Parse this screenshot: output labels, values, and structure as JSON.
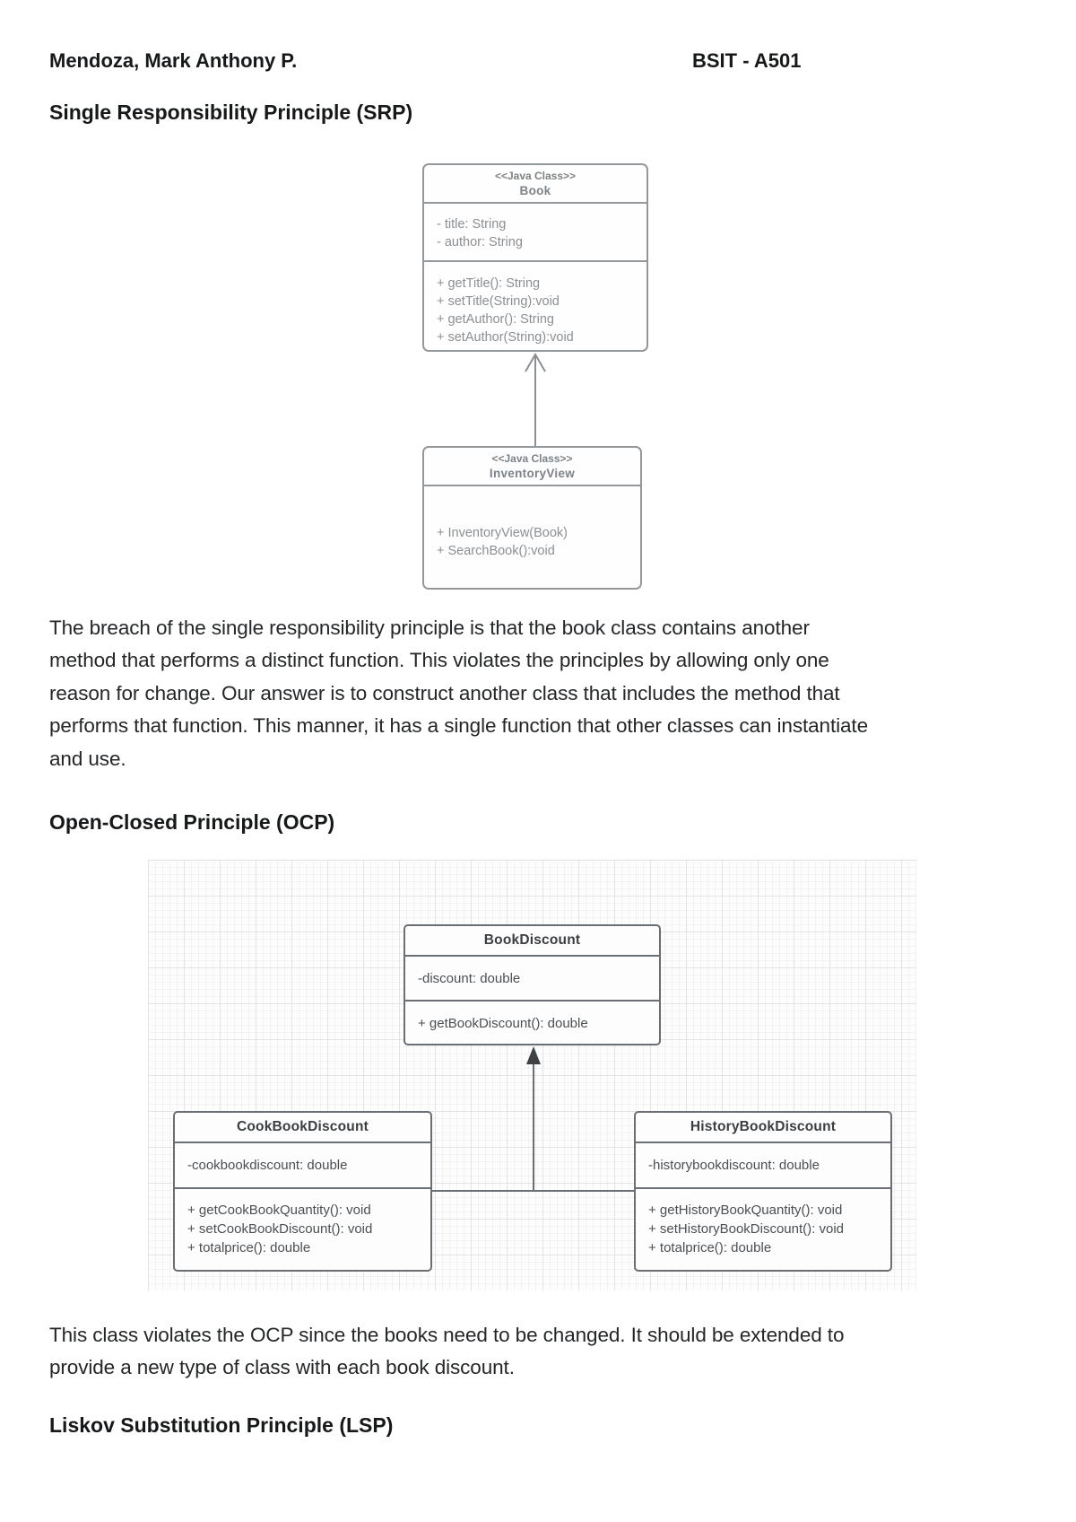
{
  "header": {
    "student_name": "Mendoza, Mark Anthony P.",
    "course_section": "BSIT - A501"
  },
  "srp": {
    "heading": "Single Responsibility Principle (SRP)",
    "book": {
      "stereotype": "<<Java Class>>",
      "name": "Book",
      "fields": [
        "- title: String",
        "- author: String"
      ],
      "methods": [
        "+ getTitle(): String",
        "+ setTitle(String):void",
        "+ getAuthor(): String",
        "+ setAuthor(String):void"
      ]
    },
    "inventory_view": {
      "stereotype": "<<Java Class>>",
      "name": "InventoryView",
      "methods": [
        "+ InventoryView(Book)",
        "+ SearchBook():void"
      ]
    },
    "paragraph_lines": [
      "The breach of the single responsibility principle is that the book class contains another",
      "method that performs a distinct function. This violates the principles by allowing only one",
      "reason for change. Our answer is to construct another class that includes the method that",
      "performs that function. This manner, it has a single function that other classes can instantiate",
      "and use."
    ]
  },
  "ocp": {
    "heading": "Open-Closed Principle (OCP)",
    "book_discount": {
      "name": "BookDiscount",
      "fields": [
        "-discount: double"
      ],
      "methods": [
        "+ getBookDiscount(): double"
      ]
    },
    "cook_book_discount": {
      "name": "CookBookDiscount",
      "fields": [
        "-cookbookdiscount: double"
      ],
      "methods": [
        "+ getCookBookQuantity(): void",
        "+ setCookBookDiscount(): void",
        "+ totalprice(): double"
      ]
    },
    "history_book_discount": {
      "name": "HistoryBookDiscount",
      "fields": [
        "-historybookdiscount: double"
      ],
      "methods": [
        "+ getHistoryBookQuantity(): void",
        "+ setHistoryBookDiscount(): void",
        "+ totalprice(): double"
      ]
    },
    "paragraph_lines": [
      "This class violates the OCP since the books need to be changed. It should be extended to",
      "provide a new type of class with each book discount."
    ]
  },
  "lsp": {
    "heading": "Liskov Substitution Principle (LSP)"
  },
  "colors": {
    "body_text": "#242628",
    "srp_diagram_gray": "#95989b",
    "ocp_diagram_gray": "#6b6f73",
    "background": "#ffffff"
  }
}
